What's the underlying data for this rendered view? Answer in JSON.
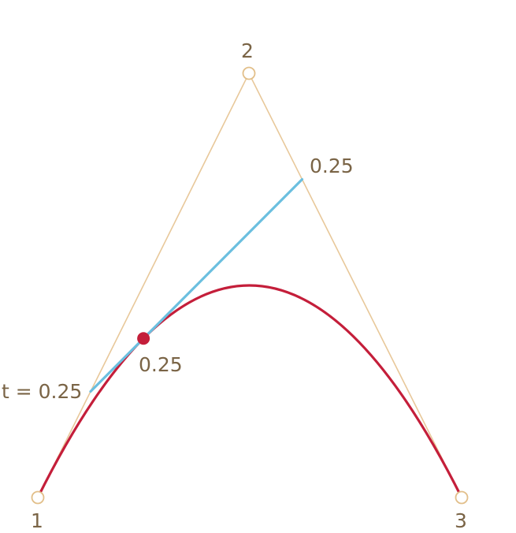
{
  "diagram": {
    "control_point_labels": [
      "1",
      "2",
      "3"
    ],
    "t_label": "t = 0.25",
    "segment_ratio_label_1": "0.25",
    "segment_ratio_label_2": "0.25",
    "t_value": 0.25
  },
  "colors": {
    "hull_line": "#e8c89a",
    "control_point_fill": "#ffffff",
    "control_point_stroke": "#e2bf8a",
    "curve": "#c41e3a",
    "tangent": "#6bbfdf",
    "point_on_curve": "#c41e3a",
    "label_text": "#7a6446"
  }
}
